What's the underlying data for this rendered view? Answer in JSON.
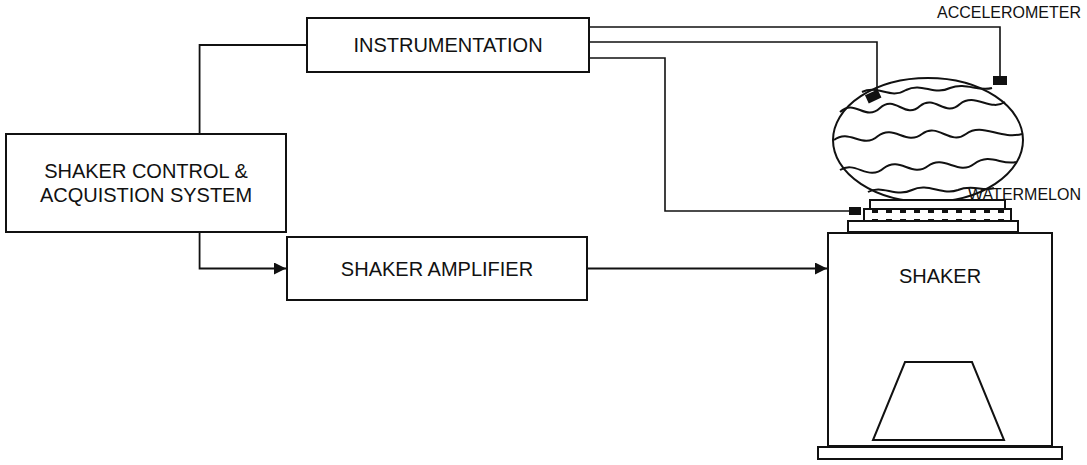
{
  "diagram": {
    "nodes": [
      {
        "text": [
          "INSTRUMENTATION"
        ]
      },
      {
        "text": [
          "SHAKER CONTROL & ACQUISTION SYSTEM"
        ]
      },
      {
        "text": [
          "SHAKER AMPLIFIER"
        ]
      },
      {
        "text": [
          "SHAKER"
        ]
      }
    ],
    "edges": [
      {
        "from": 1,
        "to": 0,
        "arrow": "none"
      },
      {
        "from": 1,
        "to": 2,
        "arrow": "to"
      },
      {
        "from": 2,
        "to": 3,
        "arrow": "to"
      }
    ],
    "labels": [
      "ACCELEROMETER",
      "WATERMELON"
    ]
  }
}
